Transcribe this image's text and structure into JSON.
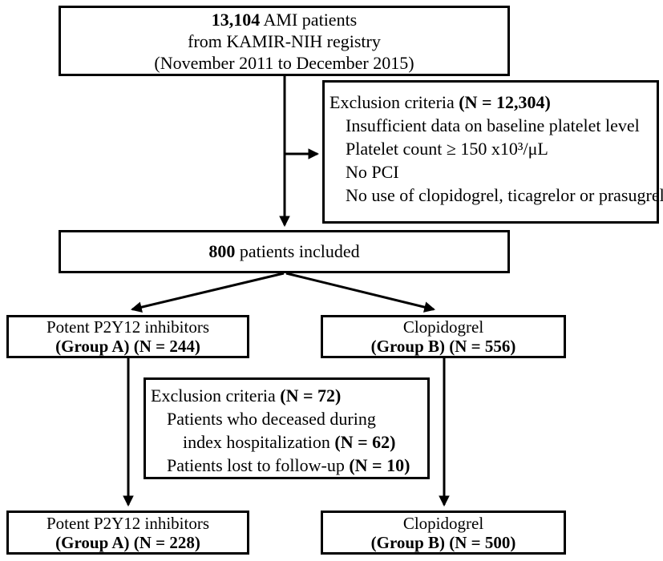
{
  "flowchart": {
    "top_box": {
      "count_bold": "13,104",
      "line1_rest": " AMI patients",
      "line2": "from KAMIR-NIH registry",
      "line3": "(November 2011 to December 2015)"
    },
    "exclusion_box_1": {
      "title": "Exclusion criteria ",
      "title_n_bold": "(N = 12,304)",
      "item1": "Insufficient data on baseline platelet level",
      "item2": "Platelet count ≥ 150 x10³/μL",
      "item3": "No PCI",
      "item4": "No use of clopidogrel, ticagrelor or prasugrel"
    },
    "included_box": {
      "count_bold": "800",
      "rest": " patients included"
    },
    "group_a_box": {
      "line1": "Potent P2Y12 inhibitors",
      "line2_bold": "(Group A) (N = 244)"
    },
    "group_b_box": {
      "line1": "Clopidogrel",
      "line2_bold": "(Group B) (N = 556)"
    },
    "exclusion_box_2": {
      "title": "Exclusion criteria ",
      "title_n_bold": "(N = 72)",
      "item1": "Patients who deceased during",
      "item2": "index hospitalization ",
      "item2_n_bold": "(N = 62)",
      "item3": "Patients lost to follow-up ",
      "item3_n_bold": "(N = 10)"
    },
    "final_a_box": {
      "line1": "Potent P2Y12 inhibitors",
      "line2_bold": "(Group A) (N = 228)"
    },
    "final_b_box": {
      "line1": "Clopidogrel",
      "line2_bold": "(Group B) (N = 500)"
    }
  }
}
